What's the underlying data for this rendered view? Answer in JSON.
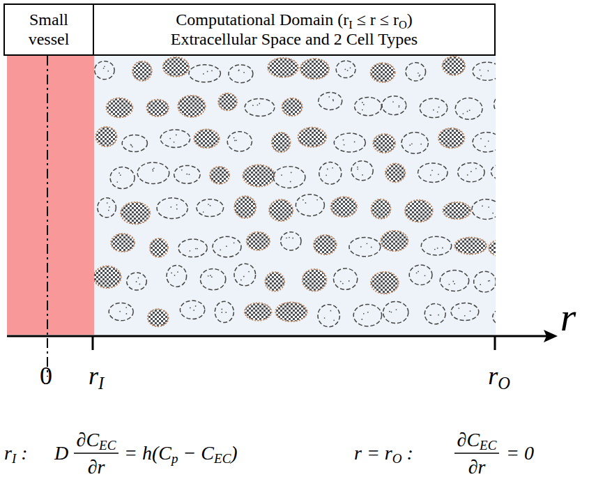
{
  "diagram": {
    "nodes": [
      {
        "text": [
          "Small vessel"
        ]
      },
      {
        "text": [
          "Computational Domain (rI ≤ r ≤ rO)",
          "Extracellular Space and 2 Cell Types"
        ]
      }
    ],
    "labels": [
      "r",
      "0",
      "rI",
      "rO",
      "rI :",
      "D",
      "∂CEC",
      "∂r",
      "= h(Cp − CEC)",
      "r = rO :",
      "∂CEC",
      "∂r",
      "= 0"
    ]
  }
}
